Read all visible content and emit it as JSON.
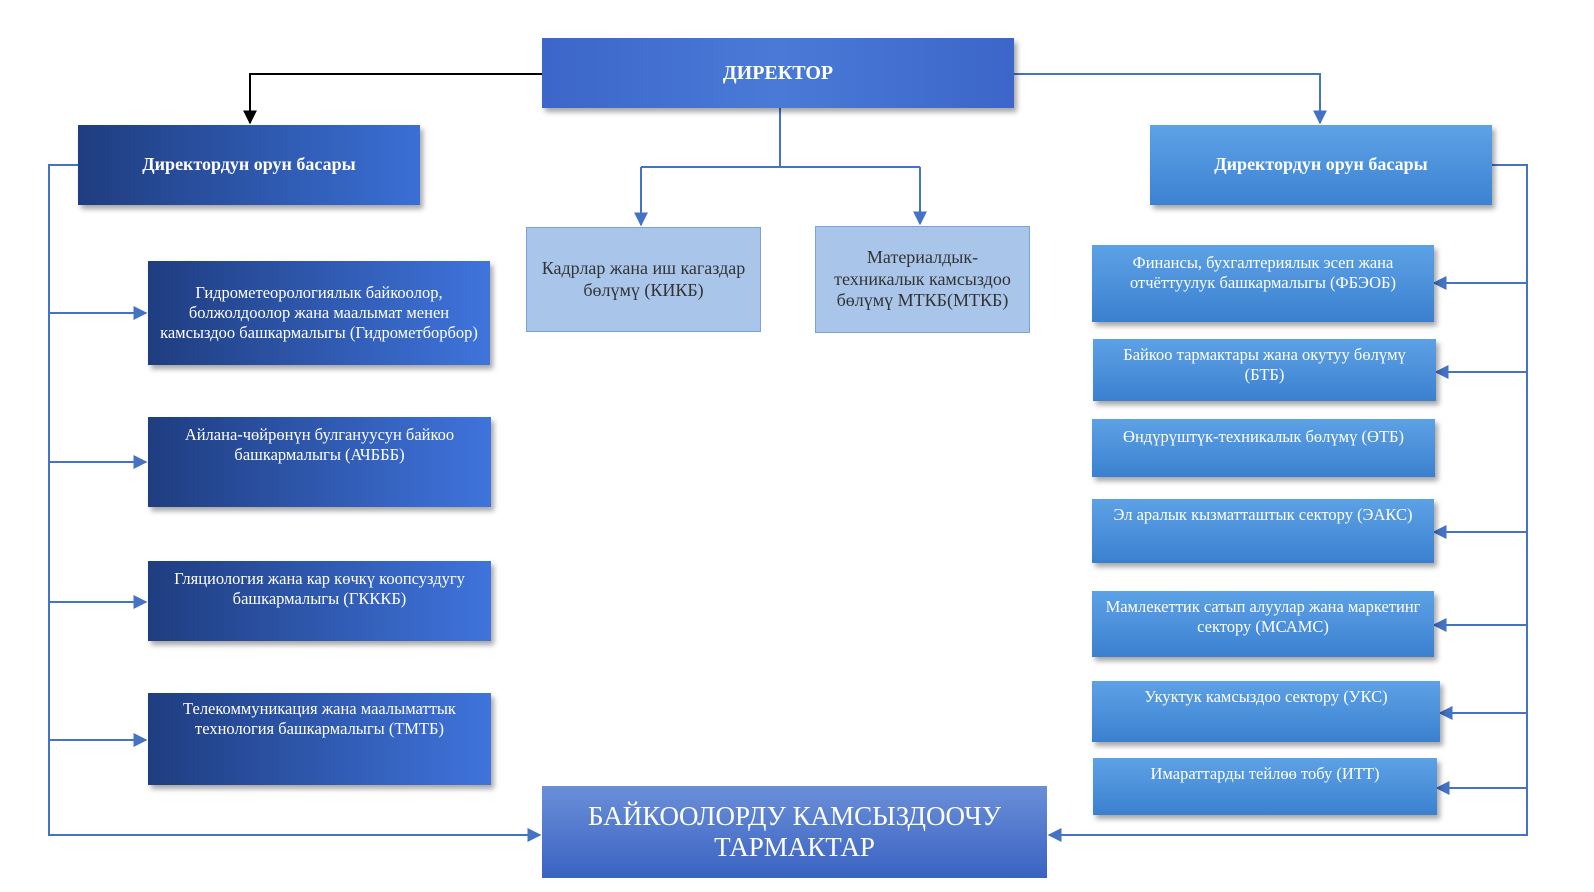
{
  "director": "ДИРЕКТОР",
  "deputy_left": "Директордун орун басары",
  "deputy_right": "Директордун орун басары",
  "center_units": [
    "Кадрлар жана иш кагаздар бөлүмү (КИКБ)",
    "Материалдык-техникалык камсыздоо бөлүмү МТКБ(МТКБ)"
  ],
  "left_units": [
    "Гидрометеорологиялык байкоолор, болжолдоолор жана маалымат менен камсыздоо башкармалыгы (Гидрометборбор)",
    "Айлана-чөйрөнүн булгануусун байкоо башкармалыгы (АЧБББ)",
    "Гляциология жана кар көчкү коопсуздугу башкармалыгы (ГКККБ)",
    "Телекоммуникация жана маалыматтык технология башкармалыгы (ТМТБ)"
  ],
  "right_units": [
    "Финансы, бухгалтериялык эсеп жана отчёттуулук башкармалыгы (ФБЭОБ)",
    "Байкоо тармактары жана окутуу бөлүмү (БТБ)",
    "Өндүрүштүк-техникалык бөлүмү (ӨТБ)",
    "Эл аралык кызматташтык сектору (ЭАКС)",
    "Мамлекеттик сатып алуулар жана маркетинг сектору (МСАМС)",
    "Укуктук камсыздоо сектору (УКС)",
    "Имараттарды тейлөө тобу (ИТТ)"
  ],
  "bottom": "БАЙКООЛОРДУ КАМСЫЗДООЧУ ТАРМАКТАР",
  "colors": {
    "line_blue": "#4472c4",
    "line_black": "#000000"
  }
}
